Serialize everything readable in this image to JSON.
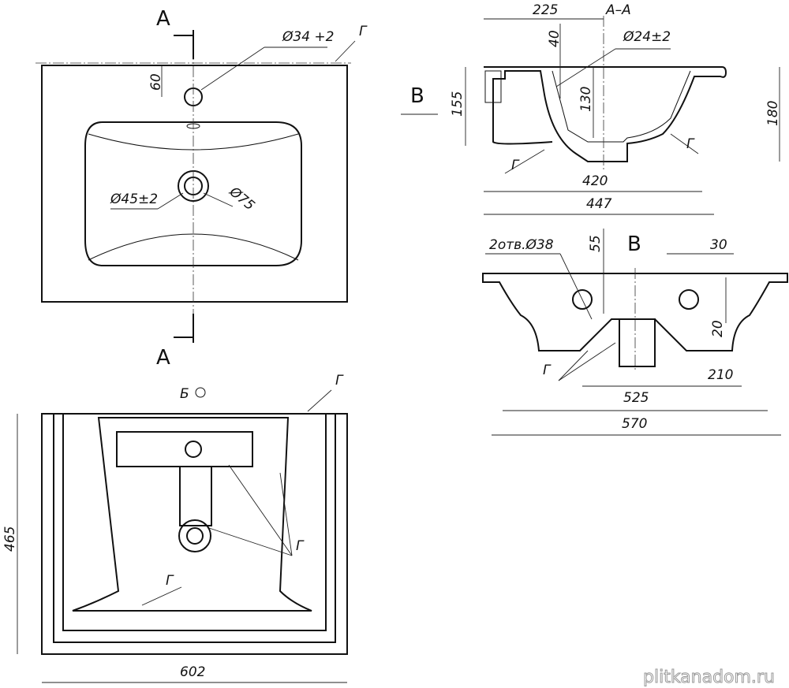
{
  "top_view": {
    "section_mark_top": "A",
    "section_mark_bottom": "A",
    "tap_hole": "Ø34 +2",
    "tap_hole_offset": "60",
    "drain_inner": "Ø45±2",
    "drain_outer": "Ø75",
    "surface_label": "Г"
  },
  "section_view": {
    "title": "A–A",
    "view_arrow": "B",
    "dim_225": "225",
    "dim_40": "40",
    "overflow": "Ø24±2",
    "dim_155": "155",
    "dim_130": "130",
    "dim_180": "180",
    "dim_420": "420",
    "dim_447": "447",
    "surface_label_left": "Г",
    "surface_label_right": "Г"
  },
  "view_b": {
    "title": "B",
    "holes": "2отв.Ø38",
    "dim_55": "55",
    "dim_30": "30",
    "dim_20": "20",
    "dim_210": "210",
    "dim_525": "525",
    "dim_570": "570",
    "surface_label": "Г"
  },
  "bottom_view": {
    "view_mark": "Б",
    "surface_label_top": "Г",
    "surface_label_mid": "Г",
    "surface_label_low": "Г",
    "dim_465": "465",
    "dim_602": "602"
  },
  "watermark": "plitkanadom.ru"
}
